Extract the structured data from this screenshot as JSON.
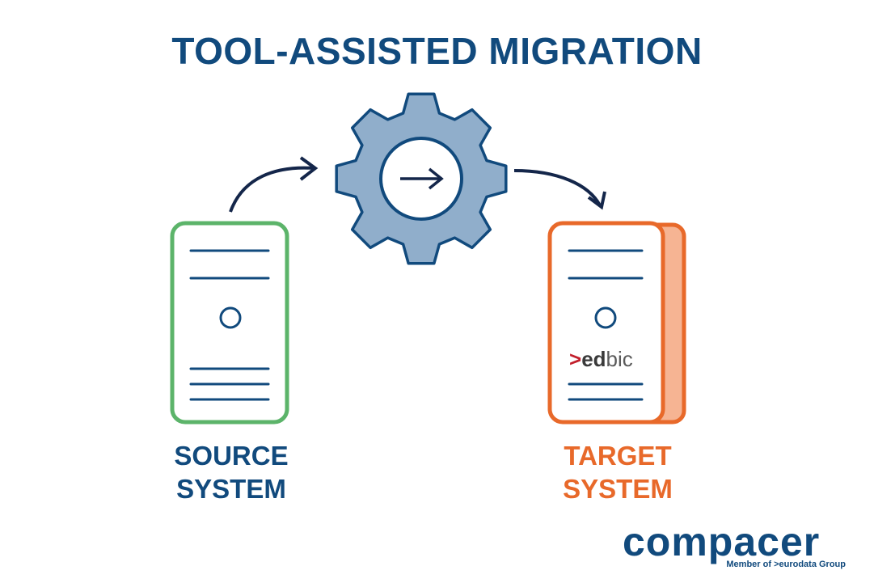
{
  "title": "TOOL-ASSISTED MIGRATION",
  "source": {
    "line1": "SOURCE",
    "line2": "SYSTEM",
    "color": "#5cb46a"
  },
  "target": {
    "line1": "TARGET",
    "line2": "SYSTEM",
    "color": "#e8692a",
    "brand_prefix": ">",
    "brand_bold": "ed",
    "brand_rest": "bic"
  },
  "logo": {
    "name": "compacer",
    "tagline": "Member of >eurodata Group"
  },
  "colors": {
    "navy": "#114a7d",
    "gear_fill": "#90aecb",
    "target_shadow": "#f6b493"
  },
  "icons": [
    "gear-icon",
    "arrow-right-icon",
    "curved-arrow-icon",
    "server-icon"
  ]
}
